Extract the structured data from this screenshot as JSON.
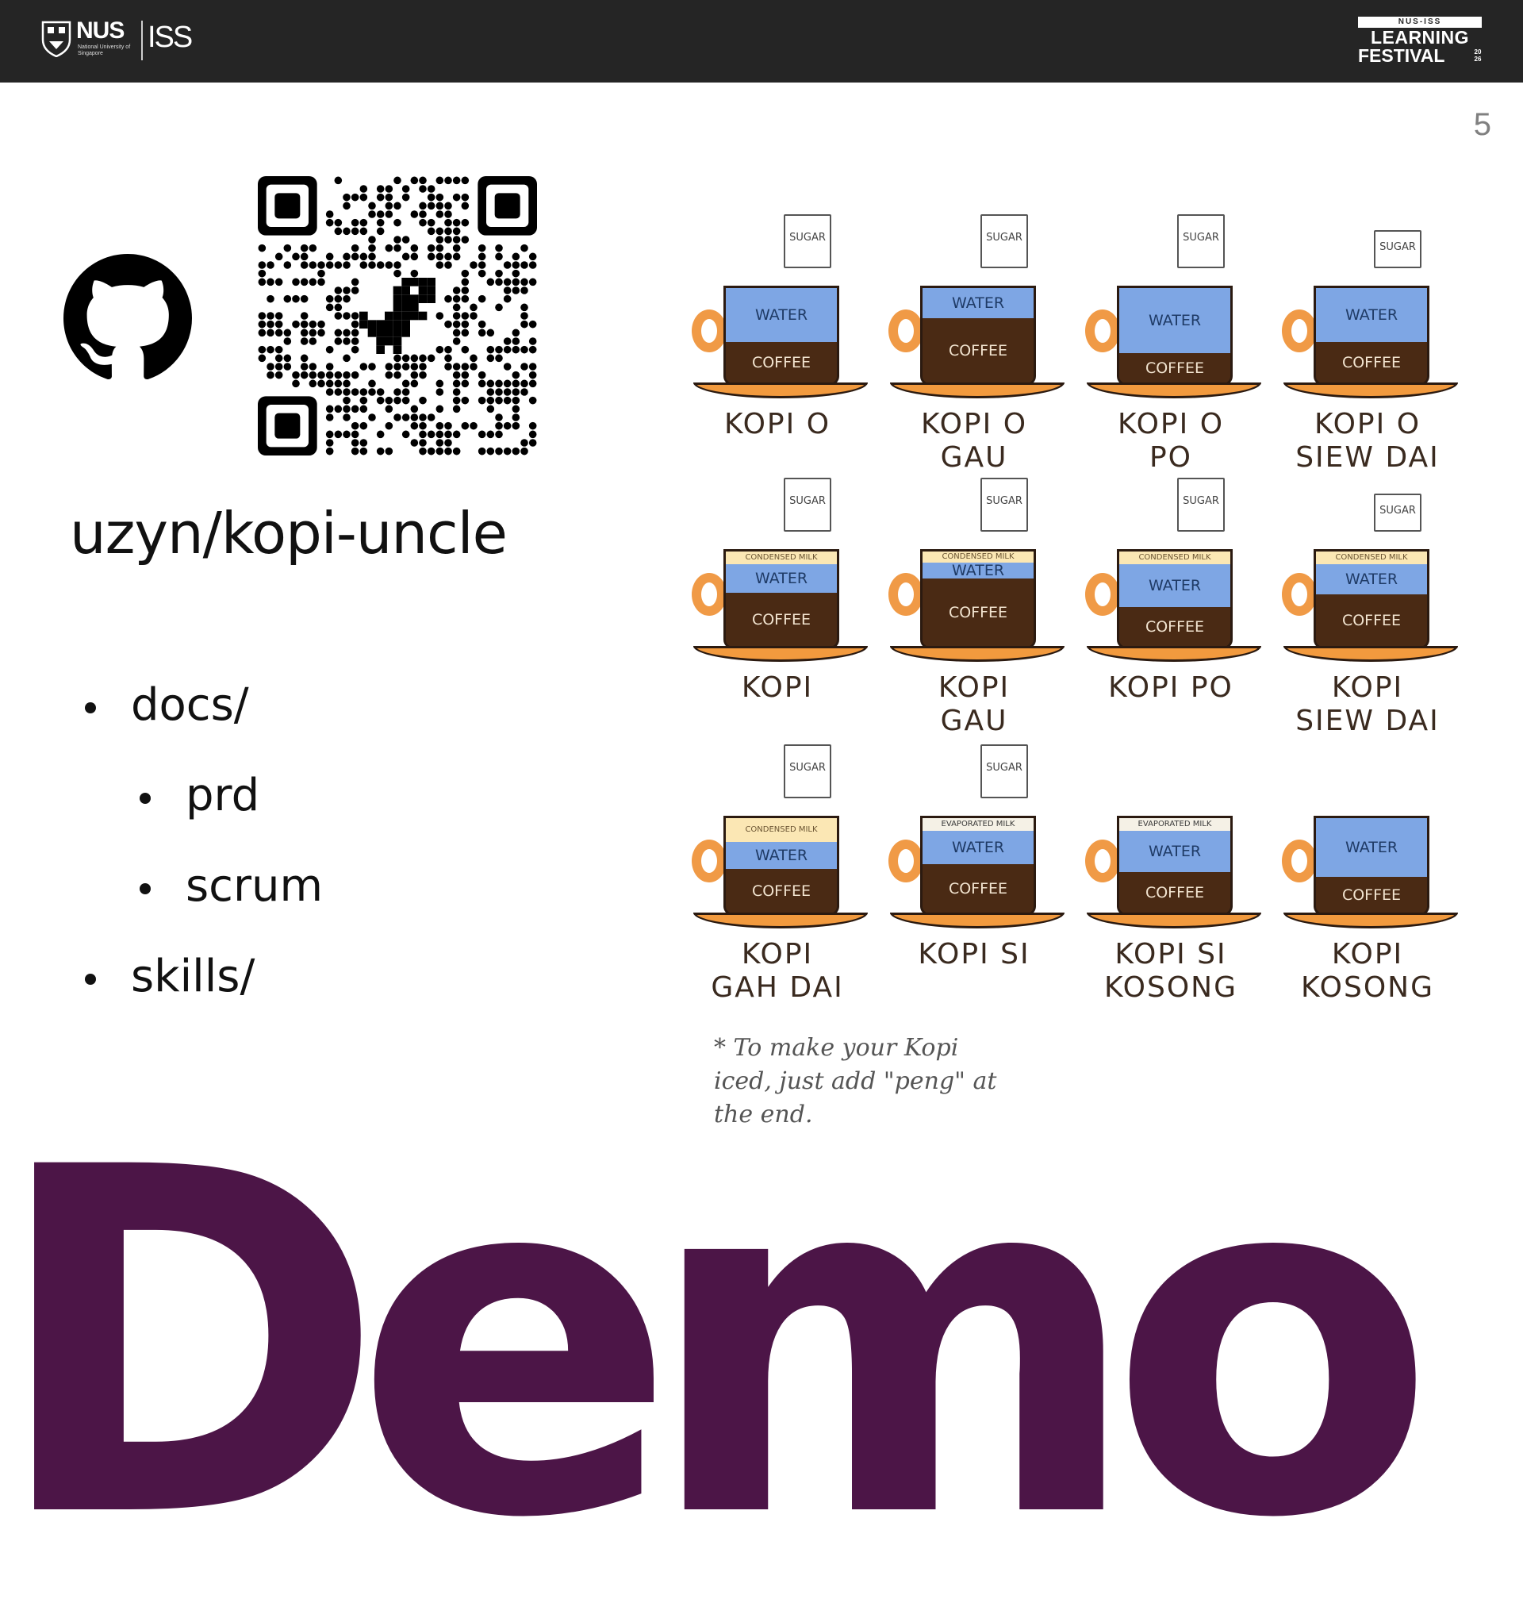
{
  "header": {
    "nus_word": "NUS",
    "nus_sub": "National University of Singapore",
    "iss_word": "ISS",
    "festival_top": "NUS-ISS",
    "festival_line1": "LEARNING",
    "festival_line2": "FESTIVAL",
    "festival_year": "20 26",
    "bar_color": "#252525"
  },
  "page_number": "5",
  "repo": {
    "name": "uzyn/kopi-uncle",
    "icons": [
      "github-icon",
      "qr-code-icon"
    ]
  },
  "tree": {
    "docs": "docs/",
    "prd": "prd",
    "scrum": "scrum",
    "skills": "skills/"
  },
  "kopi": {
    "sugar": "SUGAR",
    "water": "WATER",
    "coffee": "COFFEE",
    "condensed": "CONDENSED MILK",
    "evaporated": "EVAPORATED MILK",
    "items": [
      {
        "line1": "KOPI O",
        "line2": ""
      },
      {
        "line1": "KOPI O",
        "line2": "GAU"
      },
      {
        "line1": "KOPI O",
        "line2": "PO"
      },
      {
        "line1": "KOPI O",
        "line2": "SIEW DAI"
      },
      {
        "line1": "KOPI",
        "line2": ""
      },
      {
        "line1": "KOPI",
        "line2": "GAU"
      },
      {
        "line1": "KOPI PO",
        "line2": ""
      },
      {
        "line1": "KOPI",
        "line2": "SIEW DAI"
      },
      {
        "line1": "KOPI",
        "line2": "GAH DAI"
      },
      {
        "line1": "KOPI SI",
        "line2": ""
      },
      {
        "line1": "KOPI SI",
        "line2": "KOSONG"
      },
      {
        "line1": "KOPI",
        "line2": "KOSONG"
      }
    ],
    "note": "* To make your Kopi iced, just add \"peng\" at the end."
  },
  "demo_title": "Demo",
  "colors": {
    "accent": "#4c1547",
    "water": "#7ea6e4",
    "coffee": "#4a2a14",
    "saucer": "#f29a3e"
  }
}
